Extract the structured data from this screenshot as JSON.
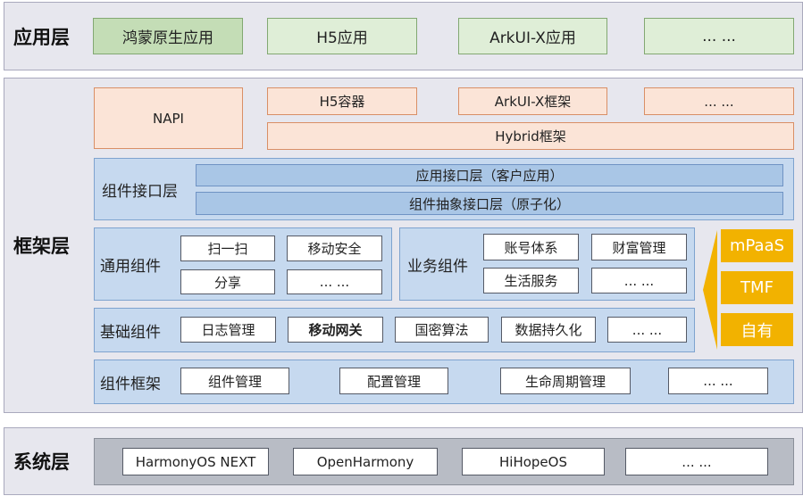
{
  "app_layer": {
    "title": "应用层",
    "items": [
      "鸿蒙原生应用",
      "H5应用",
      "ArkUI-X应用",
      "... ..."
    ]
  },
  "framework_layer": {
    "title": "框架层",
    "napi": "NAPI",
    "containers": [
      "H5容器",
      "ArkUI-X框架",
      "... ..."
    ],
    "hybrid": "Hybrid框架",
    "interface": {
      "title": "组件接口层",
      "bars": [
        "应用接口层（客户应用）",
        "组件抽象接口层（原子化）"
      ]
    },
    "common": {
      "title": "通用组件",
      "items": [
        "扫一扫",
        "移动安全",
        "分享",
        "... ..."
      ]
    },
    "business": {
      "title": "业务组件",
      "items": [
        "账号体系",
        "财富管理",
        "生活服务",
        "... ..."
      ]
    },
    "basic": {
      "title": "基础组件",
      "items": [
        "日志管理",
        "移动网关",
        "国密算法",
        "数据持久化",
        "... ..."
      ]
    },
    "component_framework": {
      "title": "组件框架",
      "items": [
        "组件管理",
        "配置管理",
        "生命周期管理",
        "... ..."
      ]
    },
    "sources": [
      "mPaaS",
      "TMF",
      "自有"
    ]
  },
  "system_layer": {
    "title": "系统层",
    "items": [
      "HarmonyOS NEXT",
      "OpenHarmony",
      "HiHopeOS",
      "... ..."
    ]
  },
  "colors": {
    "source_gold": "#f2b200",
    "arrow_gold": "#f2b200"
  }
}
